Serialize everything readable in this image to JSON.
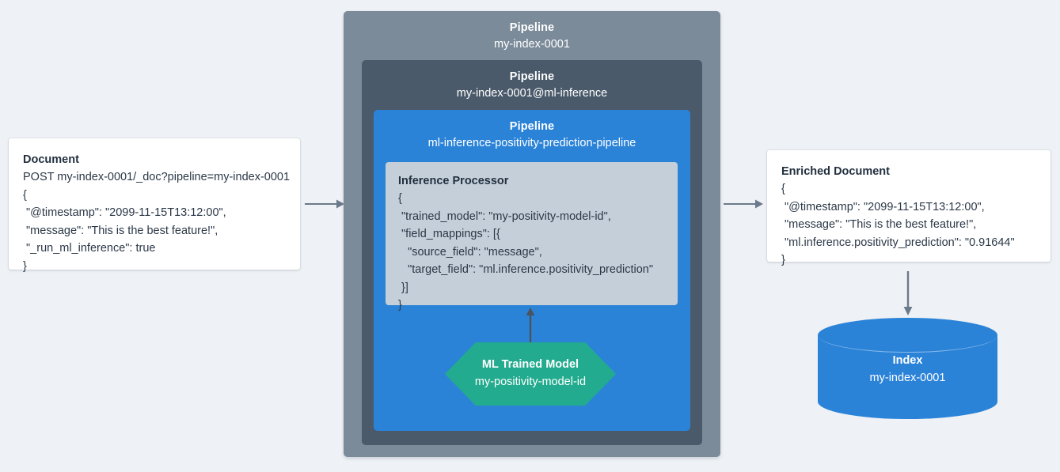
{
  "colors": {
    "background": "#eef1f5",
    "pipeline_outer": "#7c8b9a",
    "pipeline_mid": "#4a5a6a",
    "pipeline_inner": "#2b83d8",
    "processor_bg": "#c5cfd9",
    "ml_model": "#22ab8e",
    "index_cylinder": "#2b83d8",
    "arrow": "#6b7a8a",
    "arrow_dark": "#4a5460",
    "card_bg": "#ffffff",
    "text_dark": "#2b3847"
  },
  "document": {
    "title": "Document",
    "lines": [
      "POST my-index-0001/_doc?pipeline=my-index-0001",
      "{",
      " \"@timestamp\": \"2099-11-15T13:12:00\",",
      " \"message\": \"This is the best feature!\",",
      " \"_run_ml_inference\": true",
      "}"
    ]
  },
  "pipeline_outer": {
    "kind": "Pipeline",
    "name": "my-index-0001"
  },
  "pipeline_mid": {
    "kind": "Pipeline",
    "name": "my-index-0001@ml-inference"
  },
  "pipeline_inner": {
    "kind": "Pipeline",
    "name": "ml-inference-positivity-prediction-pipeline"
  },
  "processor": {
    "title": "Inference Processor",
    "lines": [
      "{",
      " \"trained_model\": \"my-positivity-model-id\",",
      " \"field_mappings\": [{",
      "   \"source_field\": \"message\",",
      "   \"target_field\": \"ml.inference.positivity_prediction\"",
      " }]",
      "}"
    ]
  },
  "ml_model": {
    "kind": "ML Trained Model",
    "name": "my-positivity-model-id"
  },
  "enriched_document": {
    "title": "Enriched Document",
    "lines": [
      "{",
      " \"@timestamp\": \"2099-11-15T13:12:00\",",
      " \"message\": \"This is the best feature!\",",
      " \"ml.inference.positivity_prediction\": \"0.91644\"",
      "}"
    ]
  },
  "index": {
    "kind": "Index",
    "name": "my-index-0001"
  },
  "arrows": {
    "document_to_pipeline": "arrow-right",
    "pipeline_to_enriched": "arrow-right",
    "model_to_processor": "arrow-up",
    "enriched_to_index": "arrow-down"
  }
}
